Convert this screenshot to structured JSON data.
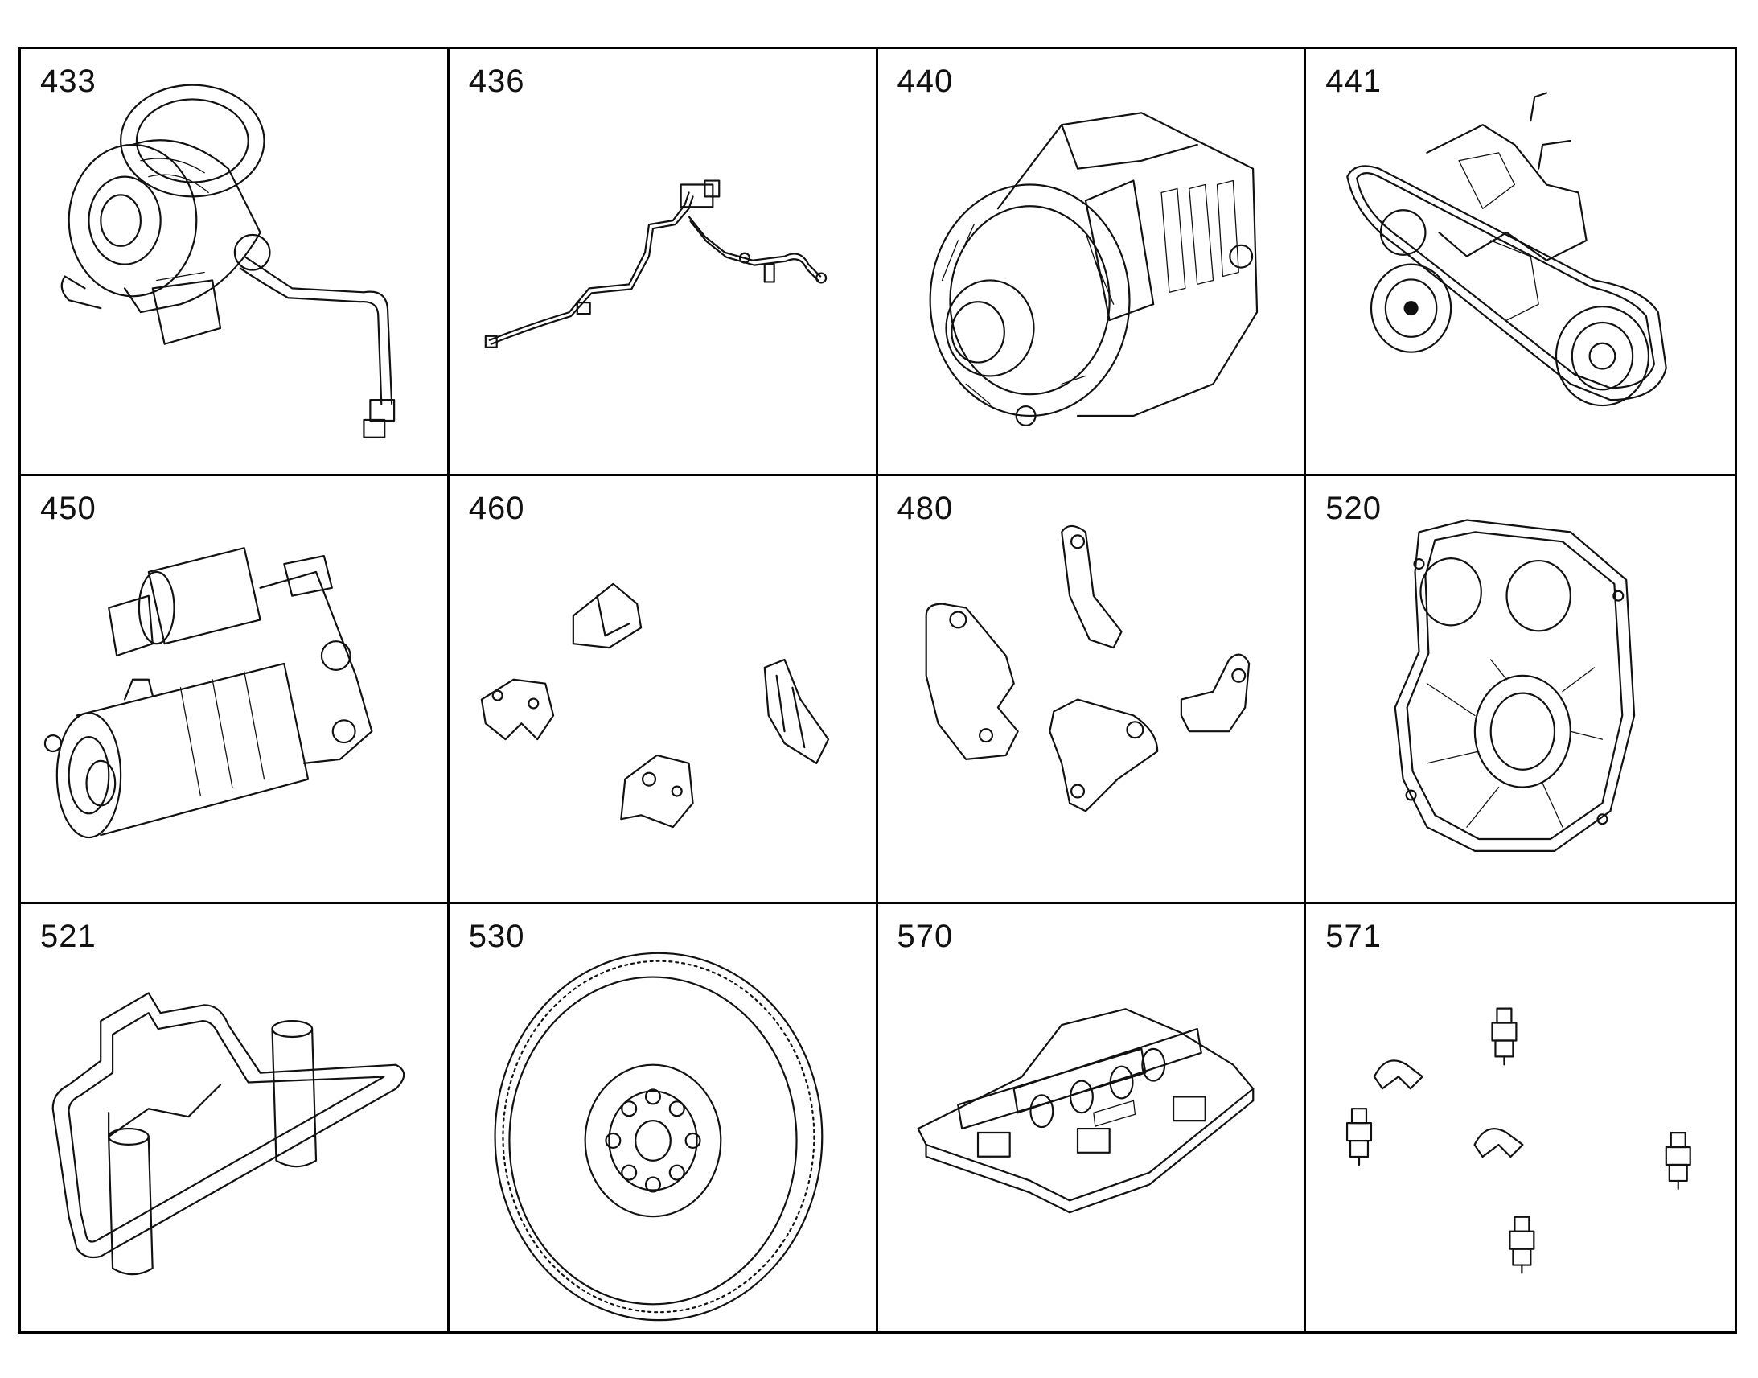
{
  "cells": [
    {
      "number": "433",
      "icon": "turbocharger-icon"
    },
    {
      "number": "436",
      "icon": "wiring-harness-icon"
    },
    {
      "number": "440",
      "icon": "alternator-icon"
    },
    {
      "number": "441",
      "icon": "belt-drive-icon"
    },
    {
      "number": "450",
      "icon": "starter-motor-icon"
    },
    {
      "number": "460",
      "icon": "mounting-brackets-icon"
    },
    {
      "number": "480",
      "icon": "support-brackets-icon"
    },
    {
      "number": "520",
      "icon": "flywheel-housing-icon"
    },
    {
      "number": "521",
      "icon": "lifting-tool-icon"
    },
    {
      "number": "530",
      "icon": "flywheel-icon"
    },
    {
      "number": "570",
      "icon": "rocker-assembly-icon"
    },
    {
      "number": "571",
      "icon": "valve-fittings-icon"
    }
  ]
}
